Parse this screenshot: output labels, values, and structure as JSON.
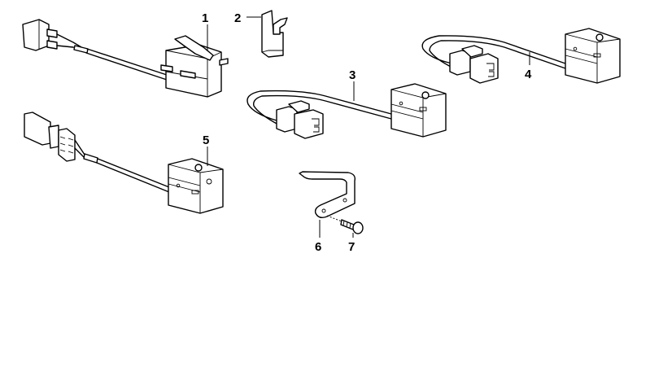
{
  "diagram": {
    "callouts": [
      {
        "number": "1",
        "part": "microswitch-with-lever"
      },
      {
        "number": "2",
        "part": "clip"
      },
      {
        "number": "3",
        "part": "microswitch-with-cable"
      },
      {
        "number": "4",
        "part": "microswitch-with-cable"
      },
      {
        "number": "5",
        "part": "microswitch-with-plug"
      },
      {
        "number": "6",
        "part": "bracket"
      },
      {
        "number": "7",
        "part": "screw"
      }
    ]
  }
}
